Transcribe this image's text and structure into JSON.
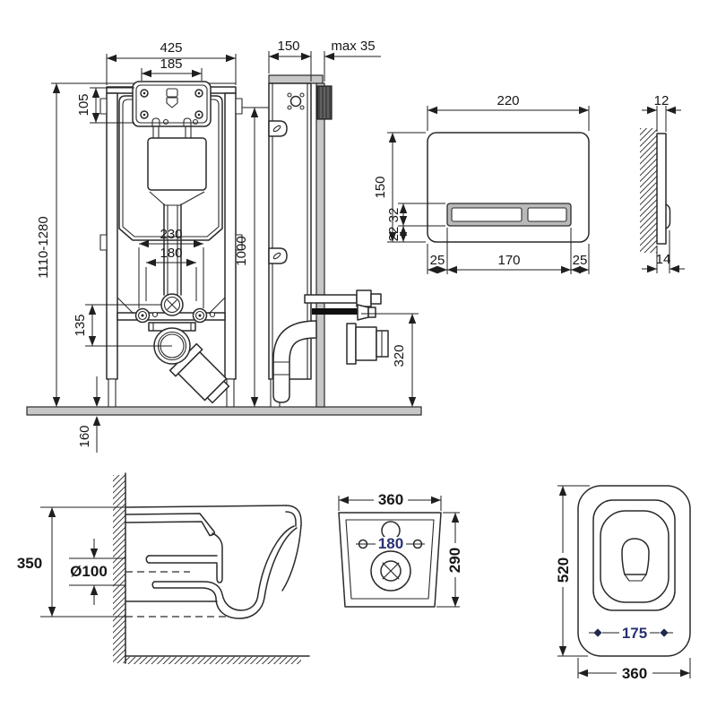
{
  "diagram": {
    "colors": {
      "line": "#2a2a2a",
      "gray_fill": "#c7c7c7",
      "dark_fill": "#454545",
      "accent_text": "#283173"
    },
    "views": {
      "frame_front": {
        "dims": {
          "overall_width": "425",
          "box_width": "185",
          "box_height": "105",
          "frame_height": "1110-1280",
          "mount_spacing": "230",
          "pipe_spacing": "180",
          "outlet_drop": "135",
          "floor_buildup": "160"
        }
      },
      "frame_side": {
        "dims": {
          "depth": "150",
          "max_offset": "max 35",
          "plate_height": "1000",
          "outlet_height": "320"
        }
      },
      "plate_front": {
        "dims": {
          "width": "220",
          "height": "150",
          "button_height": "32",
          "button_offset": "22",
          "left_margin": "25",
          "buttons_width": "170",
          "right_margin": "25"
        }
      },
      "plate_side": {
        "dims": {
          "thickness": "12",
          "thickness_total": "14"
        }
      },
      "bowl_side": {
        "dims": {
          "height": "350",
          "drain_diameter": "Ø100"
        }
      },
      "bowl_back": {
        "dims": {
          "width": "360",
          "hole_spacing": "180",
          "height": "290"
        }
      },
      "bowl_top": {
        "dims": {
          "depth": "520",
          "seat_hole_spacing": "175",
          "width": "360"
        }
      }
    }
  }
}
